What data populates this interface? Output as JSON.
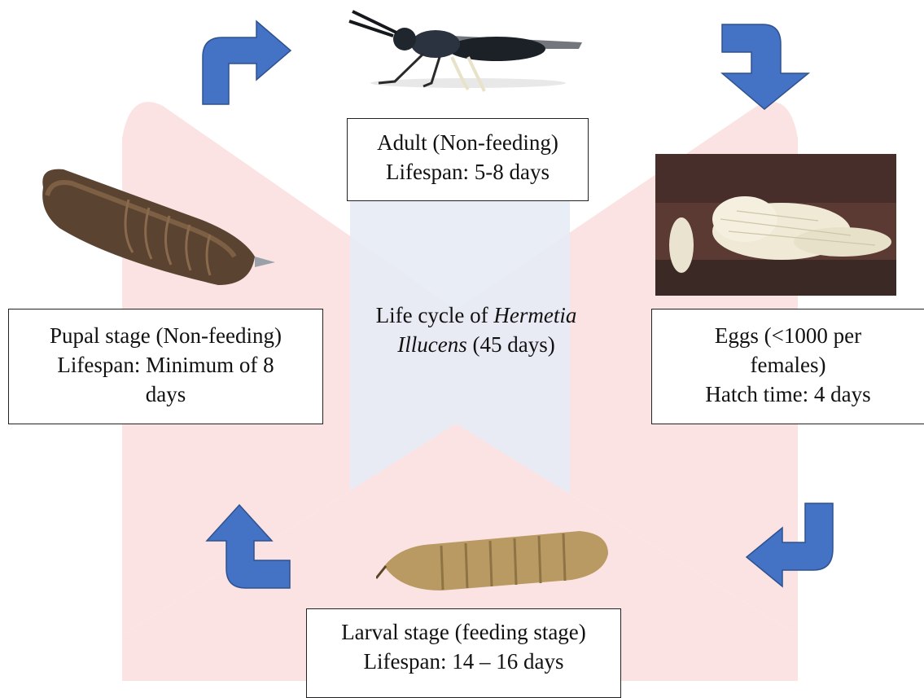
{
  "title": {
    "prefix": "Life cycle of ",
    "genus": "Hermetia",
    "species": "Illucens",
    "suffix": " (45 days)"
  },
  "stages": {
    "adult": {
      "line1": "Adult (Non-feeding)",
      "line2": "Lifespan: 5-8 days"
    },
    "eggs": {
      "line1": "Eggs (<1000 per",
      "line2": "females)",
      "line3": "Hatch time: 4 days"
    },
    "larval": {
      "line1": "Larval stage (feeding stage)",
      "line2": "Lifespan: 14 – 16 days"
    },
    "pupal": {
      "line1": "Pupal stage (Non-feeding)",
      "line2": "Lifespan: Minimum of 8",
      "line3": "days"
    }
  },
  "colors": {
    "arrow": "#4472c4",
    "arrow_edge": "#2f528f",
    "watermark_red": "#fbe3e3",
    "watermark_blue": "#e6ebf5"
  },
  "icons": {
    "adult": "adult-fly-photo",
    "eggs": "egg-cluster-photo",
    "larva": "larva-photo",
    "pupa": "pupa-photo",
    "arrows": "cycle-arrow-icon"
  }
}
